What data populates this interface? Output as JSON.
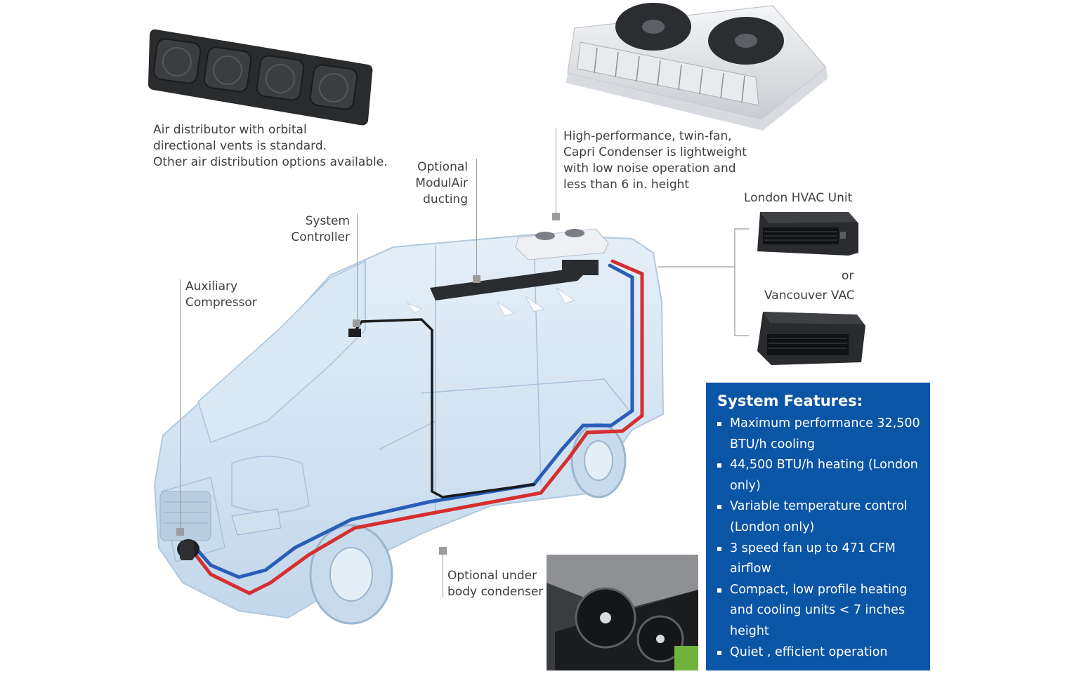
{
  "labels": {
    "air_distributor": [
      "Air distributor with orbital",
      "directional vents is standard.",
      "Other air distribution options available."
    ],
    "condenser": [
      "High-performance, twin-fan,",
      "Capri Condenser is lightweight",
      "with low noise operation and",
      "less than 6 in. height"
    ],
    "ducting": [
      "Optional",
      "ModulAir",
      "ducting"
    ],
    "controller": [
      "System",
      "Controller"
    ],
    "compressor": [
      "Auxiliary",
      "Compressor"
    ],
    "london": "London HVAC Unit",
    "or": "or",
    "vancouver": "Vancouver VAC",
    "underbody": [
      "Optional under",
      "body condenser"
    ]
  },
  "features": {
    "title": "System Features:",
    "items": [
      "Maximum performance 32,500  BTU/h cooling",
      "44,500 BTU/h heating (London only)",
      "Variable temperature control (London only)",
      "3 speed fan up to 471 CFM airflow",
      "Compact, low profile heating and cooling units < 7 inches height",
      "Quiet , efficient operation"
    ]
  },
  "colors": {
    "features_bg": "#0b55a6",
    "hot_line": "#d62e2e",
    "cold_line": "#2a5db8",
    "van_glass": "#c5dcee"
  }
}
